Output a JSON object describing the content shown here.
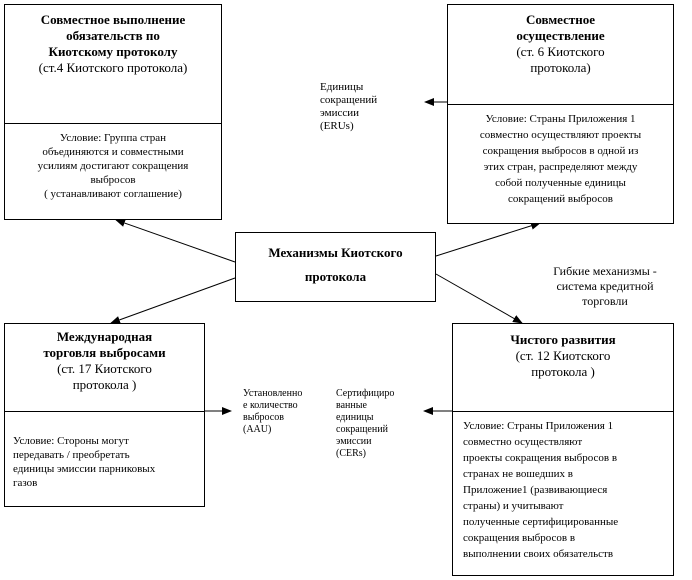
{
  "boxes": {
    "joint_fulfillment": {
      "title_lines": [
        "Совместное выполнение",
        "обязательств по",
        "Киотскому протоколу"
      ],
      "ref": "(ст.4 Киотского протокола)",
      "condition_lines": [
        "Условие: Группа стран",
        "объединяются и совместными",
        "усилиям достигают сокращения",
        "выбросов",
        "( устанавливают соглашение)"
      ]
    },
    "joint_implementation": {
      "title_lines": [
        "Совместное",
        "осуществление"
      ],
      "ref_lines": [
        "(ст. 6 Киотского",
        "протокола)"
      ],
      "condition_lines": [
        "Условие: Страны Приложения 1",
        "совместно осуществляют проекты",
        "сокращения выбросов в одной из",
        "этих стран, распределяют между",
        "собой полученные единицы",
        "сокращений выбросов"
      ]
    },
    "center": {
      "title_lines": [
        "Механизмы Киотского",
        "протокола"
      ]
    },
    "emissions_trading": {
      "title_lines": [
        "Международная",
        "торговля выбросами"
      ],
      "ref_lines": [
        "(ст. 17 Киотского",
        "протокола )"
      ],
      "condition_lines": [
        "Условие:    Стороны могут",
        "передавать /    преобретать",
        "единицы эмиссии парниковых",
        "газов"
      ]
    },
    "clean_development": {
      "title": "Чистого  развития",
      "ref_lines": [
        "(ст. 12 Киотского",
        "протокола )"
      ],
      "condition_lines": [
        "Условие: Страны Приложения 1",
        "совместно осуществляют",
        "проекты сокращения выбросов в",
        "странах не вошедших в",
        "Приложение1 (развивающиеся",
        "страны) и учитывают",
        "полученные сертифицированные",
        "сокращения выбросов в",
        "выполнении своих обязательств"
      ]
    }
  },
  "labels": {
    "eru_lines": [
      "Единицы",
      "сокращений",
      "эмиссии",
      "(ERUs)"
    ],
    "flexible_lines": [
      "Гибкие механизмы -",
      "система кредитной",
      "торговли"
    ],
    "aau_lines": [
      "Установленно",
      "е количество",
      "выбросов",
      "(AAU)"
    ],
    "cer_lines": [
      "Сертифициро",
      "ванные",
      "единицы",
      "сокращений",
      "эмиссии",
      "(CERs)"
    ]
  }
}
